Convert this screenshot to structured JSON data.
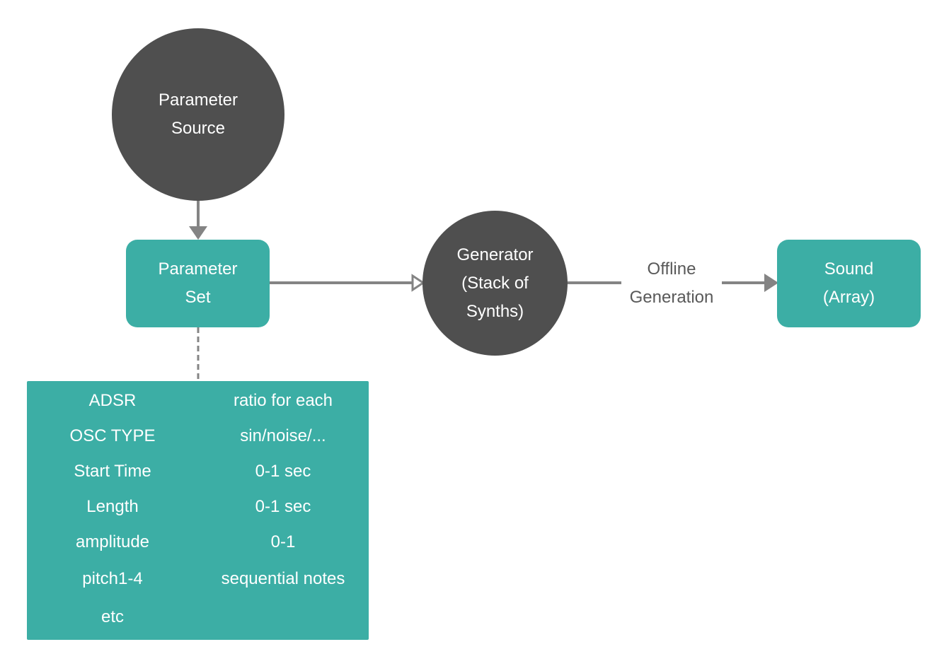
{
  "colors": {
    "dark_node": "#4f4f4f",
    "teal_node": "#3caea5",
    "edge": "#848484",
    "edge_label": "#595959"
  },
  "nodes": {
    "parameter_source": {
      "lines": [
        "Parameter",
        "Source"
      ]
    },
    "parameter_set": {
      "lines": [
        "Parameter",
        "Set"
      ]
    },
    "generator": {
      "lines": [
        "Generator",
        "(Stack of",
        "Synths)"
      ]
    },
    "sound": {
      "lines": [
        "Sound",
        "(Array)"
      ]
    }
  },
  "edges": {
    "generator_to_sound_label": [
      "Offline",
      "Generation"
    ]
  },
  "parameter_table": [
    {
      "name": "ADSR",
      "value": "ratio for each"
    },
    {
      "name": "OSC TYPE",
      "value": "sin/noise/..."
    },
    {
      "name": "Start Time",
      "value": "0-1 sec"
    },
    {
      "name": "Length",
      "value": "0-1 sec"
    },
    {
      "name": "amplitude",
      "value": "0-1"
    },
    {
      "name": "pitch1-4",
      "value": "sequential notes"
    },
    {
      "name": "etc",
      "value": ""
    }
  ]
}
